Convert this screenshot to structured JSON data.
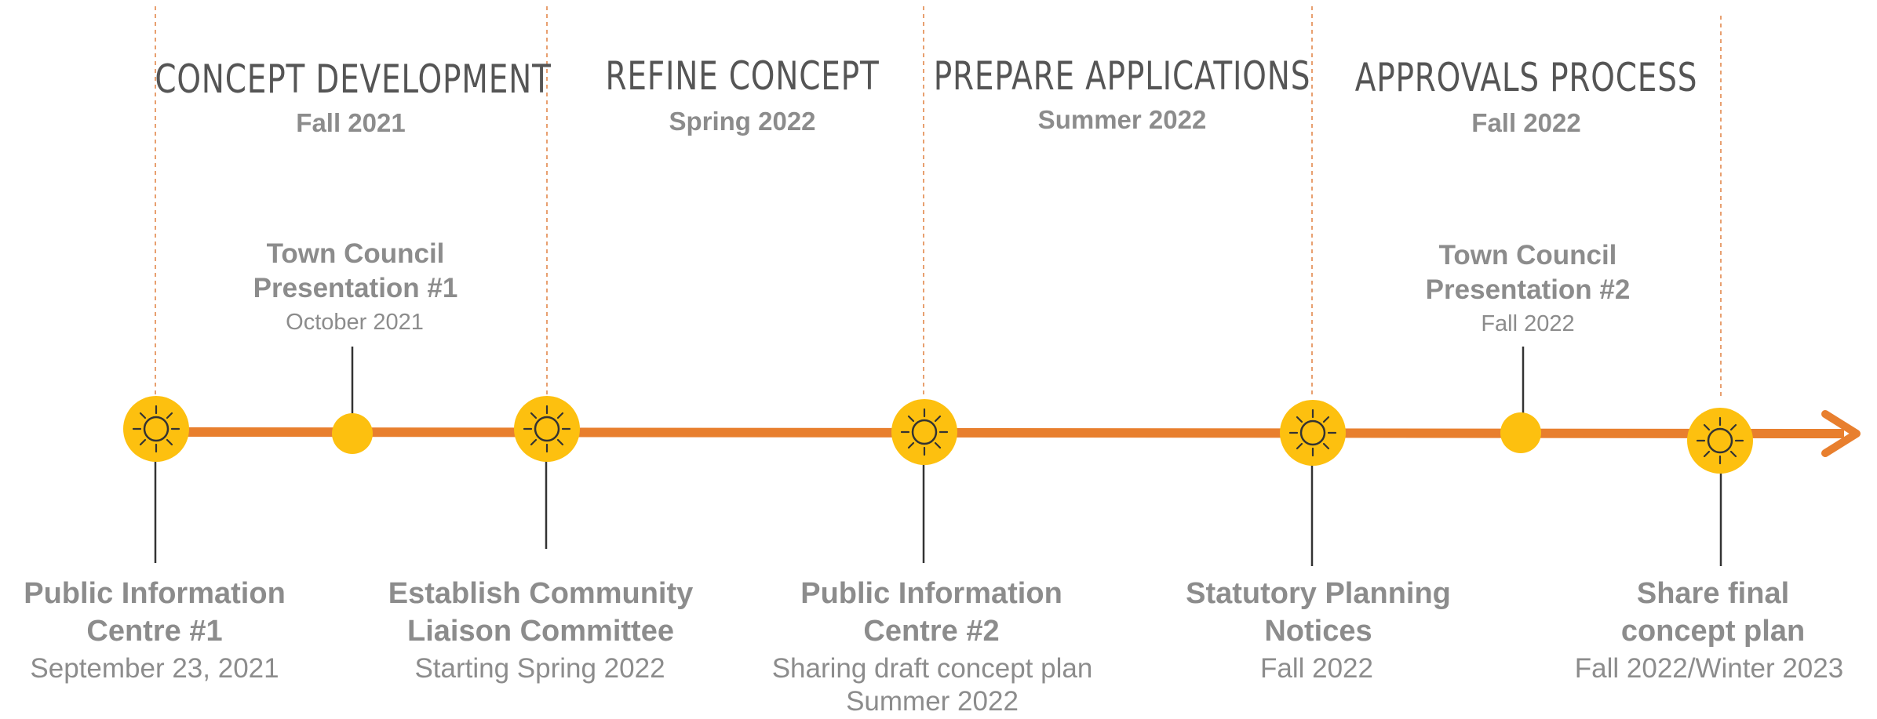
{
  "colors": {
    "axis": "#E87F2E",
    "marker": "#FDC00F",
    "text": "#8c8c8c",
    "phase": "#555555",
    "divider": "#E8A070",
    "connector": "#333333"
  },
  "icon": "sun-icon",
  "phases": [
    {
      "title": "CONCEPT DEVELOPMENT",
      "date": "Fall 2021"
    },
    {
      "title": "REFINE CONCEPT",
      "date": "Spring 2022"
    },
    {
      "title": "PREPARE APPLICATIONS",
      "date": "Summer 2022"
    },
    {
      "title": "APPROVALS PROCESS",
      "date": "Fall 2022"
    }
  ],
  "milestones": [
    {
      "line1": "Public  Information",
      "line2": "Centre #1",
      "sub1": "September 23, 2021",
      "sub2": ""
    },
    {
      "line1": "Establish  Community",
      "line2": "Liaison  Committee",
      "sub1": "Starting Spring 2022",
      "sub2": ""
    },
    {
      "line1": "Public  Information",
      "line2": "Centre #2",
      "sub1": "Sharing draft concept plan",
      "sub2": "Summer 2022"
    },
    {
      "line1": "Statutory  Planning",
      "line2": "Notices",
      "sub1": "Fall 2022",
      "sub2": ""
    },
    {
      "line1": "Share final",
      "line2": "concept plan",
      "sub1": "Fall 2022/Winter 2023",
      "sub2": ""
    }
  ],
  "council": [
    {
      "line1": "Town Council",
      "line2": "Presentation #1",
      "sub": "October 2021"
    },
    {
      "line1": "Town Council",
      "line2": "Presentation #2",
      "sub": "Fall 2022"
    }
  ]
}
